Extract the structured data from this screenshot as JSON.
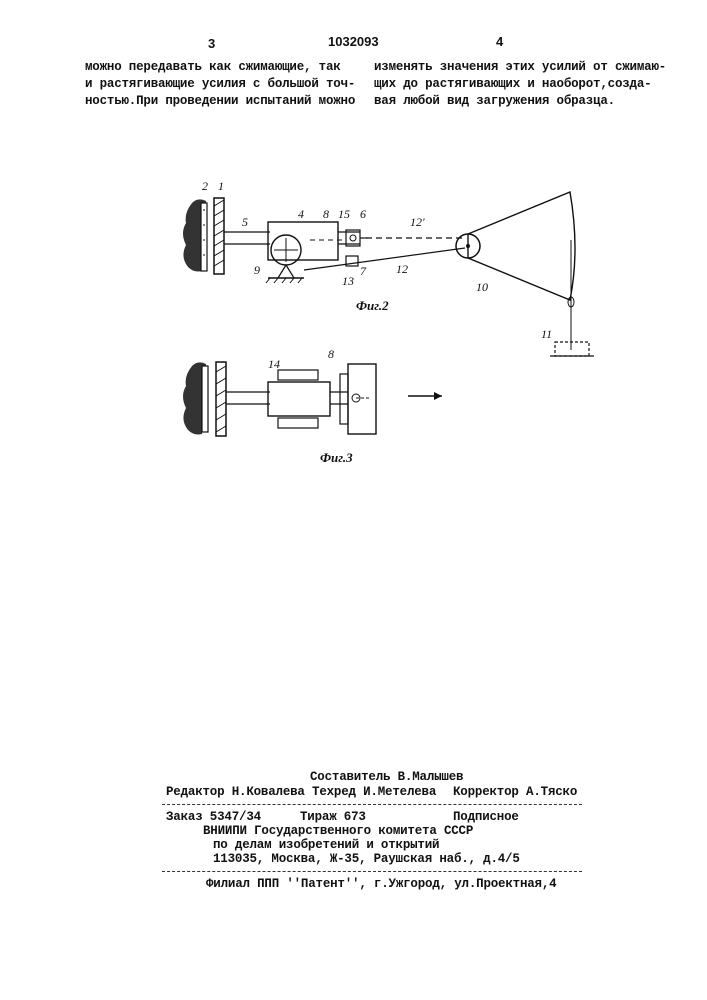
{
  "header": {
    "page_left": "3",
    "patent_number": "1032093",
    "page_right": "4"
  },
  "text": {
    "left_column": [
      "можно передавать как сжимающие, так",
      "и растягивающие усилия с большой точ-",
      "ностью.При проведении испытаний можно"
    ],
    "right_column": [
      "изменять значения этих усилий от сжимаю-",
      "щих до растягивающих и наоборот,созда-",
      "вая любой вид загружения образца."
    ]
  },
  "figures": {
    "fig2": {
      "caption": "Фиг.2",
      "labels": {
        "l1": "1",
        "l2": "2",
        "l4": "4",
        "l5": "5",
        "l6": "6",
        "l7": "7",
        "l8": "8",
        "l9": "9",
        "l10": "10",
        "l11": "11",
        "l12": "12",
        "l12p": "12'",
        "l13": "13",
        "l15": "15"
      }
    },
    "fig3": {
      "caption": "Фиг.3",
      "labels": {
        "l8": "8",
        "l14": "14"
      }
    }
  },
  "colophon": {
    "compiler": "Составитель В.Малышев",
    "editor_line": "Редактор Н.Ковалева Техред И.Метелева",
    "corrector": "Корректор А.Тяско",
    "order": "Заказ 5347/34",
    "circulation": "Тираж 673",
    "subscription": "Подписное",
    "org_line1": "ВНИИПИ Государственного комитета СССР",
    "org_line2": "по делам изобретений и открытий",
    "address": "113035, Москва, Ж-35, Раушская наб., д.4/5",
    "branch": "Филиал ППП ''Патент'', г.Ужгород, ул.Проектная,4"
  }
}
